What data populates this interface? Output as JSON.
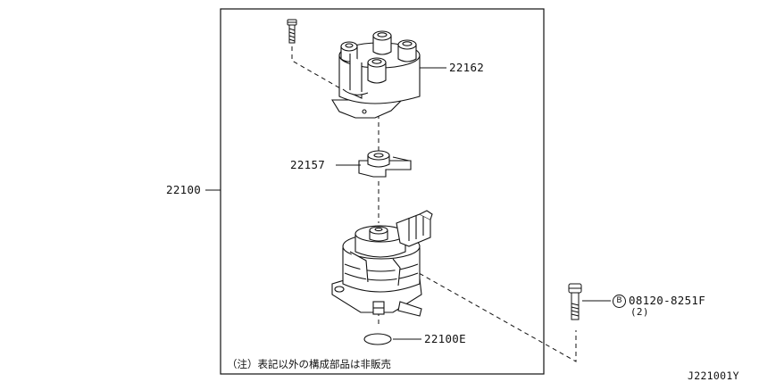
{
  "diagram": {
    "callouts": {
      "assembly": "22100",
      "cap": "22162",
      "rotor": "22157",
      "seal": "22100E",
      "bolt_prefix": "B",
      "bolt_part": "08120-8251F",
      "bolt_qty": "(2)"
    },
    "note": "（注）表記以外の構成部品は非販売",
    "figure_id": "J221001Y"
  },
  "colors": {
    "line": "#111111",
    "background": "#ffffff"
  }
}
